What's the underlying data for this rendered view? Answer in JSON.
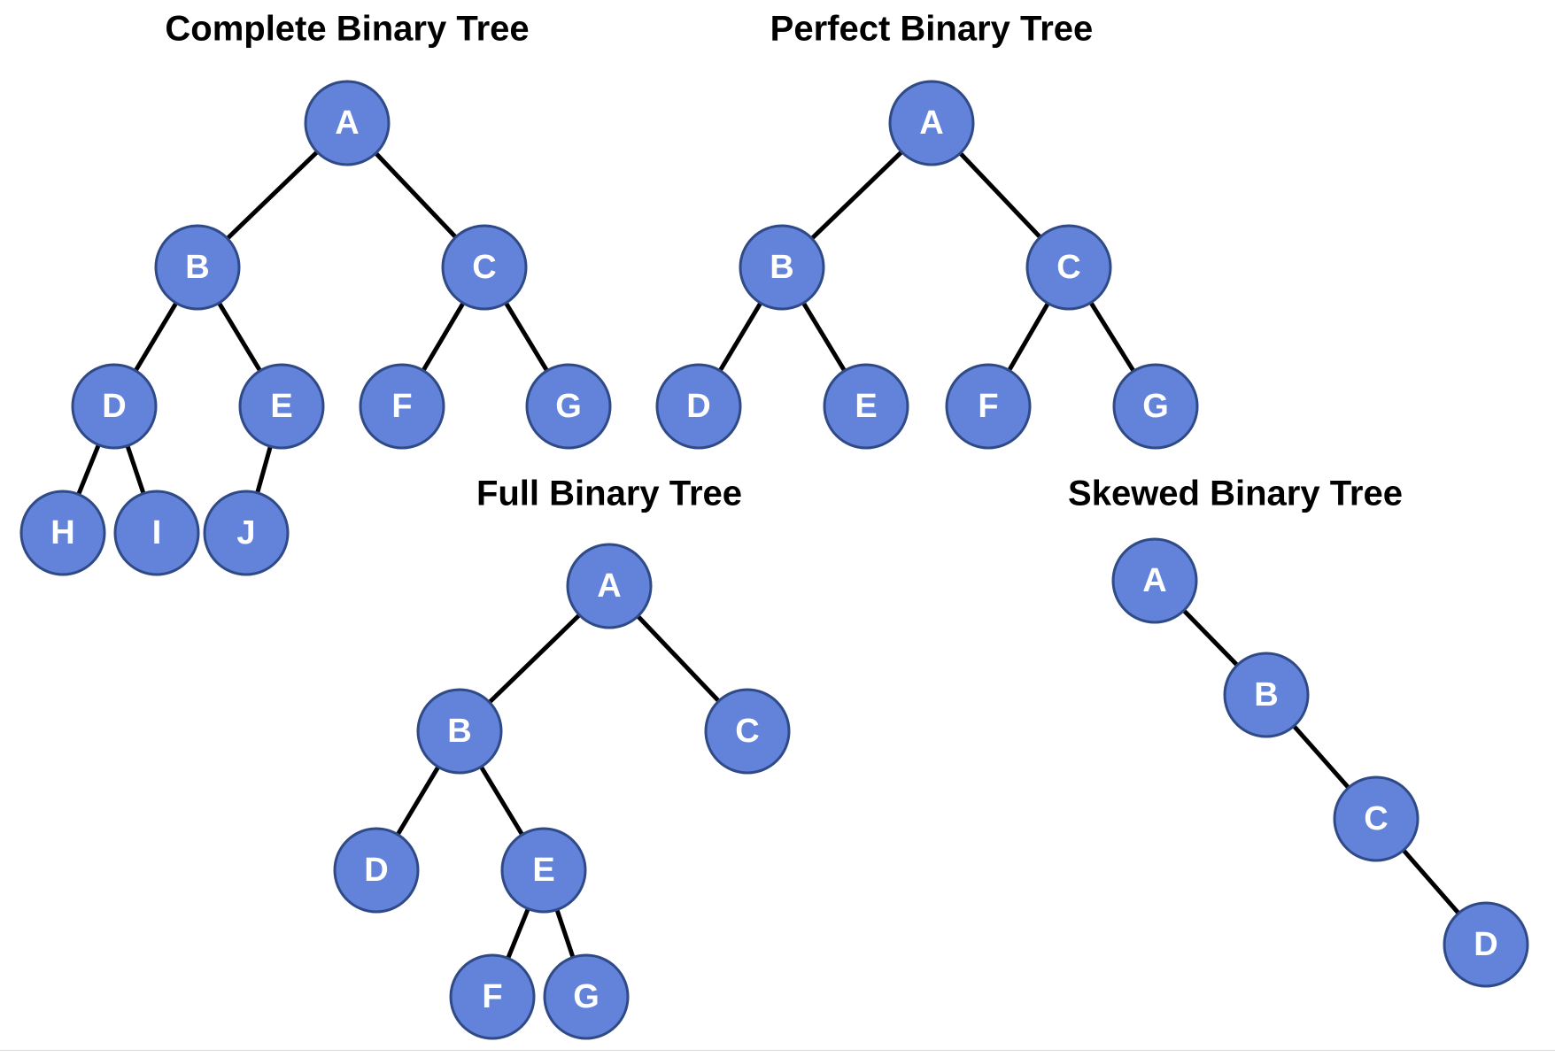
{
  "colors": {
    "node_fill": "#6283d9",
    "node_stroke": "#2f4a86",
    "edge": "#000000",
    "label": "#ffffff",
    "title": "#000000",
    "background": "#ffffff"
  },
  "trees": [
    {
      "id": "complete",
      "title": "Complete Binary Tree",
      "nodes": [
        "A",
        "B",
        "C",
        "D",
        "E",
        "F",
        "G",
        "H",
        "I",
        "J"
      ],
      "edges": [
        [
          "A",
          "B"
        ],
        [
          "A",
          "C"
        ],
        [
          "B",
          "D"
        ],
        [
          "B",
          "E"
        ],
        [
          "C",
          "F"
        ],
        [
          "C",
          "G"
        ],
        [
          "D",
          "H"
        ],
        [
          "D",
          "I"
        ],
        [
          "E",
          "J"
        ]
      ]
    },
    {
      "id": "perfect",
      "title": "Perfect Binary Tree",
      "nodes": [
        "A",
        "B",
        "C",
        "D",
        "E",
        "F",
        "G"
      ],
      "edges": [
        [
          "A",
          "B"
        ],
        [
          "A",
          "C"
        ],
        [
          "B",
          "D"
        ],
        [
          "B",
          "E"
        ],
        [
          "C",
          "F"
        ],
        [
          "C",
          "G"
        ]
      ]
    },
    {
      "id": "full",
      "title": "Full Binary Tree",
      "nodes": [
        "A",
        "B",
        "C",
        "D",
        "E",
        "F",
        "G"
      ],
      "edges": [
        [
          "A",
          "B"
        ],
        [
          "A",
          "C"
        ],
        [
          "B",
          "D"
        ],
        [
          "B",
          "E"
        ],
        [
          "E",
          "F"
        ],
        [
          "E",
          "G"
        ]
      ]
    },
    {
      "id": "skewed",
      "title": "Skewed Binary Tree",
      "nodes": [
        "A",
        "B",
        "C",
        "D"
      ],
      "edges": [
        [
          "A",
          "B"
        ],
        [
          "B",
          "C"
        ],
        [
          "C",
          "D"
        ]
      ]
    }
  ]
}
